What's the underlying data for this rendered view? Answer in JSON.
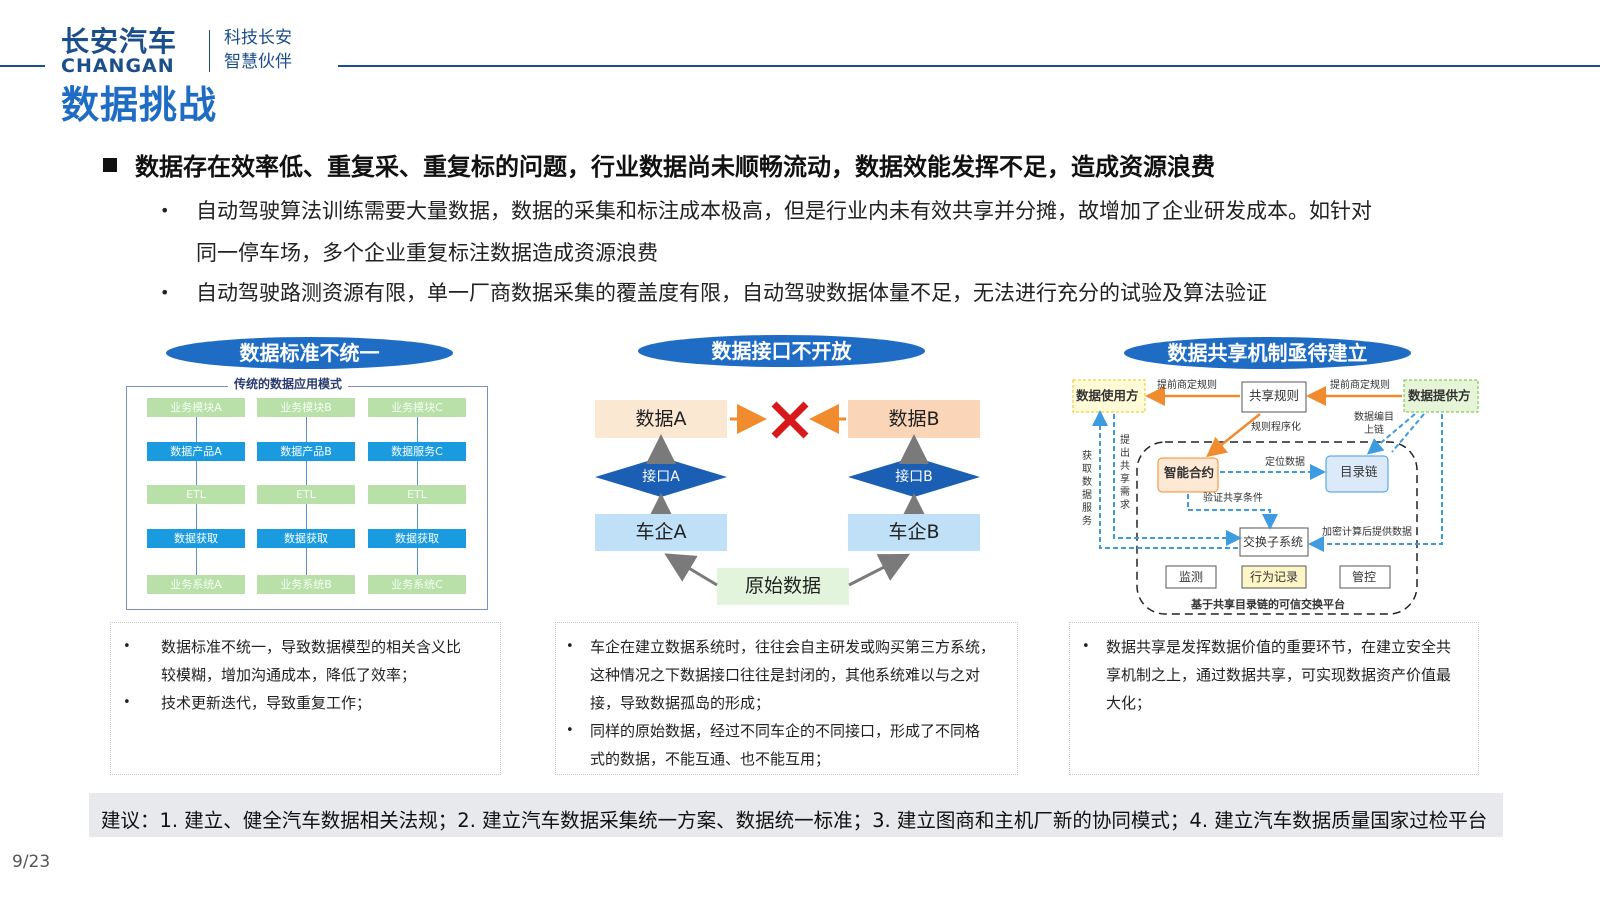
{
  "logo": {
    "cn": "长安汽车",
    "en": "CHANGAN",
    "slogan_line1": "科技长安",
    "slogan_line2": "智慧伙伴"
  },
  "title": "数据挑战",
  "main_bullet": "数据存在效率低、重复采、重复标的问题，行业数据尚未顺畅流动，数据效能发挥不足，造成资源浪费",
  "sub_bullets": [
    {
      "line1": "自动驾驶算法训练需要大量数据，数据的采集和标注成本极高，但是行业内未有效共享并分摊，故增加了企业研发成本。如针对",
      "line2": "同一停车场，多个企业重复标注数据造成资源浪费"
    },
    {
      "line1": "自动驾驶路测资源有限，单一厂商数据采集的覆盖度有限，自动驾驶数据体量不足，无法进行充分的试验及算法验证"
    }
  ],
  "bullet_glyph": "•",
  "panels": [
    {
      "header": "数据标准不统一",
      "diagram_title": "传统的数据应用模式",
      "columns": [
        [
          "业务模块A",
          "数据产品A",
          "ETL",
          "数据获取",
          "业务系统A"
        ],
        [
          "业务模块B",
          "数据产品B",
          "ETL",
          "数据获取",
          "业务系统B"
        ],
        [
          "业务模块C",
          "数据服务C",
          "ETL",
          "数据获取",
          "业务系统C"
        ]
      ],
      "desc": [
        {
          "l1": "数据标准不统一，导致数据模型的相关含义比",
          "l2": "较模糊，增加沟通成本，降低了效率；"
        },
        {
          "l1": "技术更新迭代，导致重复工作；"
        }
      ]
    },
    {
      "header": "数据接口不开放",
      "data_a": "数据A",
      "data_b": "数据B",
      "iface_a": "接口A",
      "iface_b": "接口B",
      "car_a": "车企A",
      "car_b": "车企B",
      "raw": "原始数据",
      "desc": [
        {
          "l1": "车企在建立数据系统时，往往会自主研发或购买第三方系统，",
          "l2": "这种情况之下数据接口往往是封闭的，其他系统难以与之对",
          "l3": "接，导致数据孤岛的形成；"
        },
        {
          "l1": "同样的原始数据，经过不同车企的不同接口，形成了不同格",
          "l2": "式的数据，不能互通、也不能互用；"
        }
      ]
    },
    {
      "header": "数据共享机制亟待建立",
      "user": "数据使用方",
      "rules": "共享规则",
      "provider": "数据提供方",
      "pre_rules_left": "提前商定规则",
      "pre_rules_right": "提前商定规则",
      "rule_prog": "规则程序化",
      "catalog_upload_1": "数据编目",
      "catalog_upload_2": "上链",
      "contract": "智能合约",
      "locate": "定位数据",
      "catalog_chain": "目录链",
      "verify": "验证共享条件",
      "exchange": "交换子系统",
      "encrypt": "加密计算后提供数据",
      "vertical_left": "获取数据服务",
      "vertical_mid": "提出共享需求",
      "monitor": "监测",
      "behavior": "行为记录",
      "manage": "管控",
      "platform": "基于共享目录链的可信交换平台",
      "desc": [
        {
          "l1": "数据共享是发挥数据价值的重要环节，在建立安全共",
          "l2": "享机制之上，通过数据共享，可实现数据资产价值最",
          "l3": "大化；"
        }
      ]
    }
  ],
  "suggestion": "建议：1. 建立、健全汽车数据相关法规；2. 建立汽车数据采集统一方案、数据统一标准；3. 建立图商和主机厂新的协同模式；4.  建立汽车数据质量国家过检平台",
  "page_number": "9/23",
  "colors": {
    "brand": "#1b4e8c",
    "title": "#1f6cc4",
    "pill": "#1f6cc4",
    "orange": "#f08c2e",
    "red": "#d7191c"
  }
}
